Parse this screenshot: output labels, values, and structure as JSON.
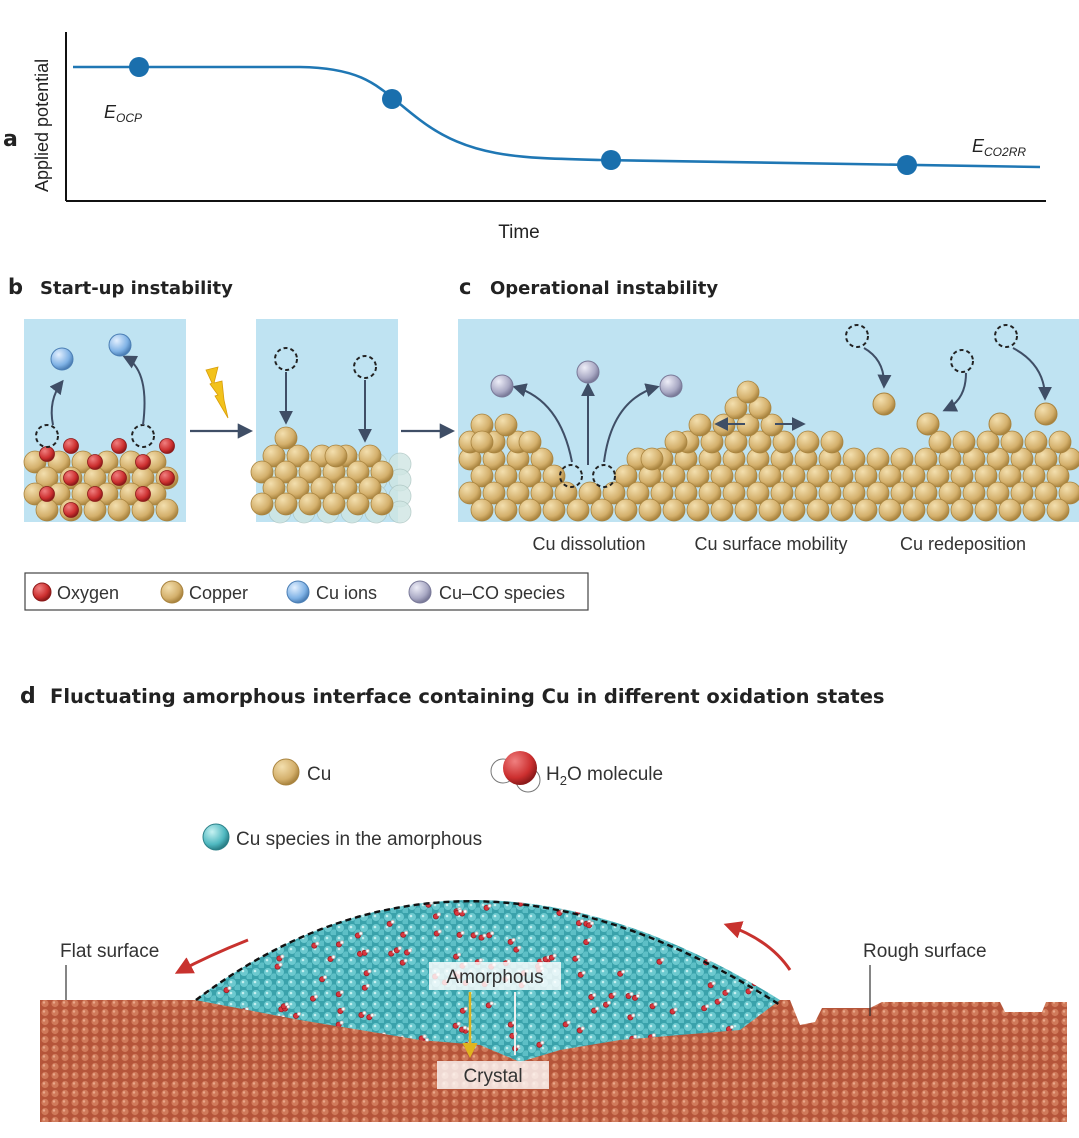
{
  "panel_a": {
    "letter": "a",
    "ylabel": "Applied potential",
    "xlabel": "Time",
    "label_start_main": "E",
    "label_start_sub": "OCP",
    "label_end_main": "E",
    "label_end_sub": "CO2RR"
  },
  "panel_b": {
    "letter": "b",
    "title": "Start-up instability"
  },
  "panel_c": {
    "letter": "c",
    "title": "Operational instability",
    "captions": [
      "Cu dissolution",
      "Cu surface mobility",
      "Cu redeposition"
    ]
  },
  "legend": {
    "items": [
      "Oxygen",
      "Copper",
      "Cu ions",
      "Cu–CO species"
    ]
  },
  "panel_d": {
    "letter": "d",
    "title": "Fluctuating amorphous interface containing Cu in different oxidation states",
    "legend_cu": "Cu",
    "legend_h2o_pre": "H",
    "legend_h2o_sub": "2",
    "legend_h2o_post": "O molecule",
    "legend_amorphous": "Cu species in the amorphous",
    "label_flat": "Flat surface",
    "label_rough": "Rough surface",
    "label_amorphous": "Amorphous",
    "label_crystal": "Crystal"
  },
  "colors": {
    "curve": "#1f77b4",
    "marker": "#1a6fad",
    "water": "#bfe3f2",
    "copper": "#d9b878",
    "oxygen": "#cc3333",
    "cu_ion": "#7fb2e5",
    "cu_co": "#a9a9c4",
    "amorphous": "#4fb8c0",
    "crystal": "#b5553a",
    "arrow_red": "#c8322e"
  }
}
